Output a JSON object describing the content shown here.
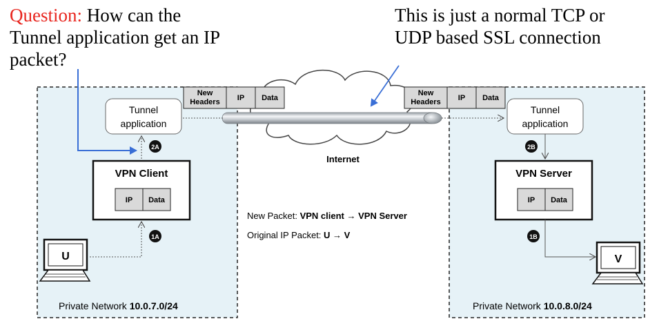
{
  "question": {
    "prefix": "Question:",
    "line1": "How can the",
    "line2": "Tunnel application get an IP",
    "line3": "packet?"
  },
  "note": {
    "line1": "This is just a normal TCP or",
    "line2": "UDP based SSL connection"
  },
  "left_network": {
    "label": "Private Network ",
    "subnet": "10.0.7.0/24",
    "tunnel_line1": "Tunnel",
    "tunnel_line2": "application",
    "vpn_title": "VPN Client",
    "host": "U"
  },
  "right_network": {
    "label": "Private Network ",
    "subnet": "10.0.8.0/24",
    "tunnel_line1": "Tunnel",
    "tunnel_line2": "application",
    "vpn_title": "VPN Server",
    "host": "V"
  },
  "inner_packet": {
    "ip": "IP",
    "data": "Data"
  },
  "outer_packet": {
    "headers_line1": "New",
    "headers_line2": "Headers",
    "ip": "IP",
    "data": "Data"
  },
  "internet_label": "Internet",
  "steps": {
    "s1a": "1A",
    "s2a": "2A",
    "s1b": "1B",
    "s2b": "2B"
  },
  "legend": {
    "new_packet_prefix": "New Packet:  ",
    "new_packet_value": "VPN client  →  VPN Server",
    "original_prefix": "Original IP Packet:  ",
    "original_value": "U  →  V"
  },
  "colors": {
    "question_red": "#e8261f",
    "arrow_blue": "#3a6fd6",
    "network_fill": "#e6f2f7",
    "badge": "#111111"
  }
}
